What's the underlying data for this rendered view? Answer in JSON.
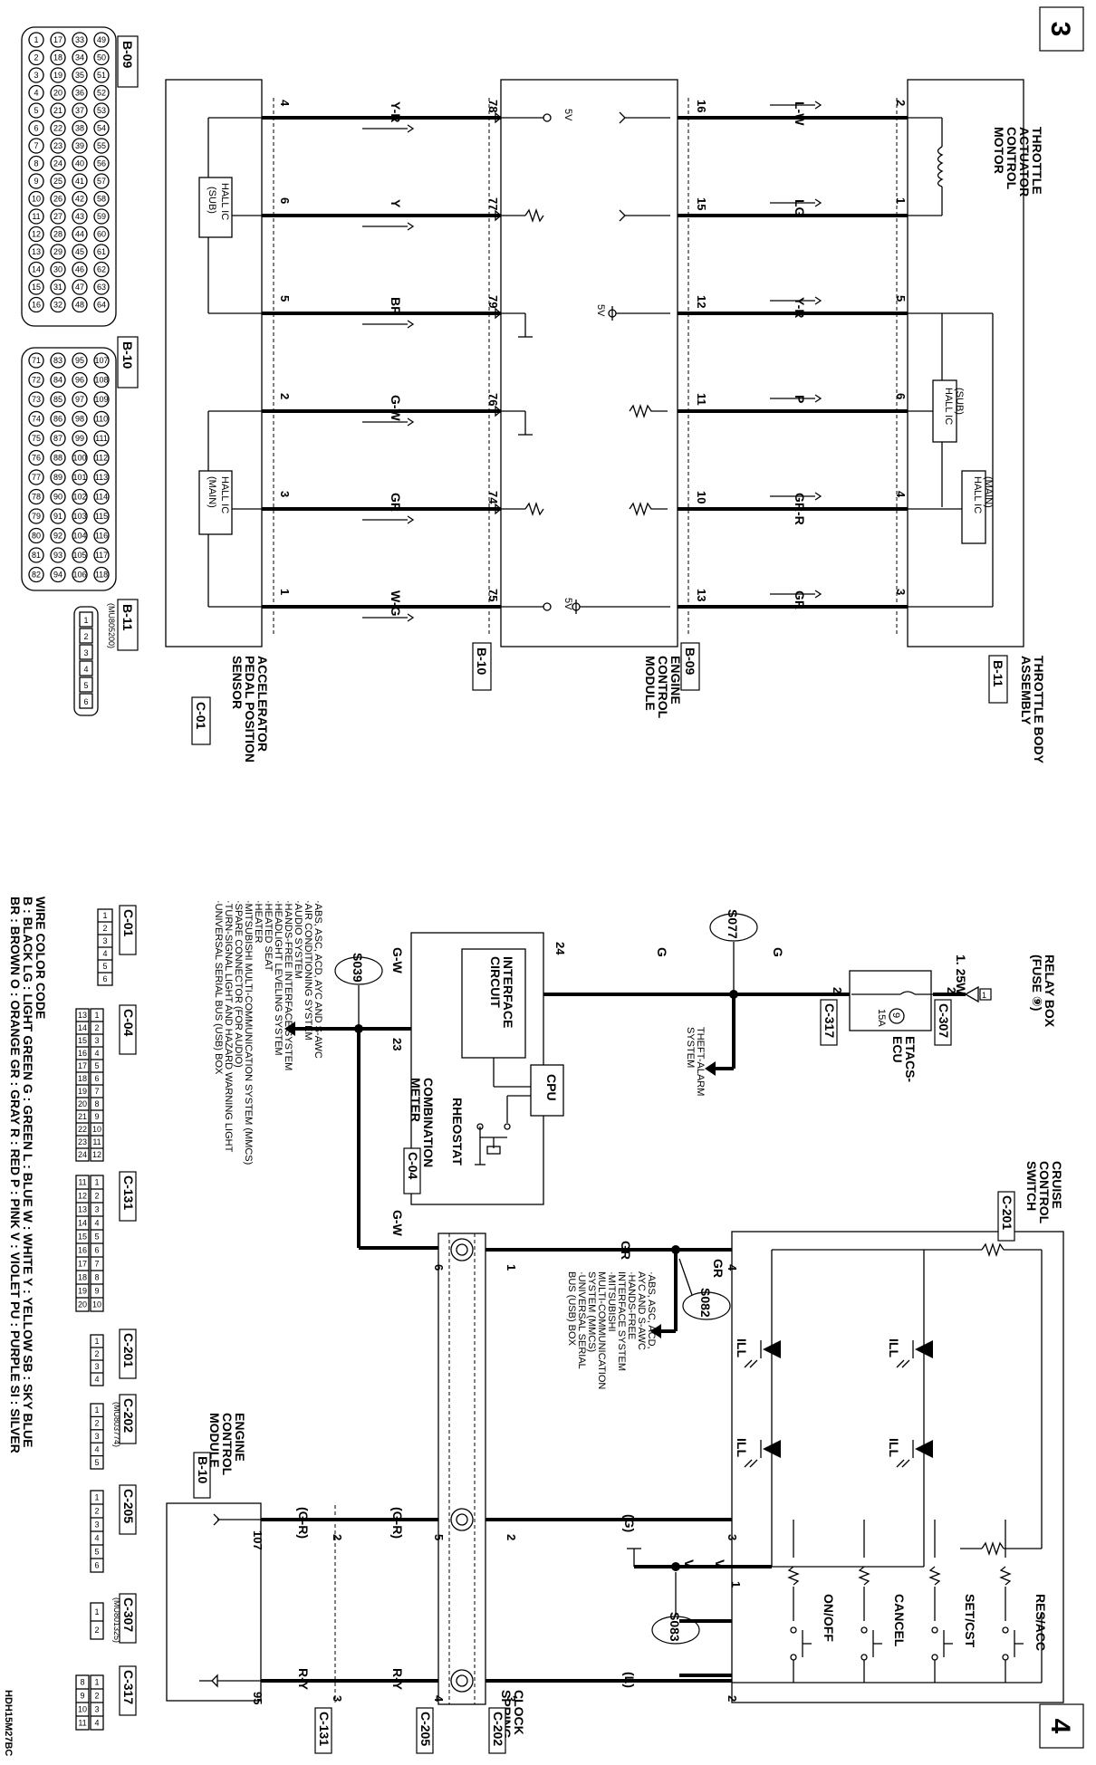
{
  "page_numbers": {
    "top": "3",
    "bottom": "4"
  },
  "diagram_code": "HDH15M27BC",
  "throttle_body": {
    "title_lines": [
      "THROTTLE",
      "ACTUATOR",
      "CONTROL",
      "MOTOR"
    ],
    "assembly_lines": [
      "THROTTLE BODY",
      "ASSEMBLY"
    ],
    "connector": "B-11",
    "hall_sub": [
      "(SUB)",
      "HALL IC"
    ],
    "hall_main": [
      "(MAIN)",
      "HALL IC"
    ],
    "pins": [
      "2",
      "1",
      "5",
      "6",
      "4",
      "3"
    ],
    "wires": [
      "L-W",
      "LG",
      "Y-R",
      "P",
      "GR-R",
      "GR"
    ]
  },
  "ecm_top": {
    "title_lines": [
      "ENGINE",
      "CONTROL",
      "MODULE"
    ],
    "connector_b09": "B-09",
    "connector_b10": "B-10",
    "pins_b09": [
      "16",
      "15",
      "12",
      "11",
      "10",
      "13"
    ],
    "pins_b10": [
      "78",
      "77",
      "79",
      "76",
      "74",
      "75"
    ],
    "v5": "5V"
  },
  "accel": {
    "title_lines": [
      "ACCELERATOR",
      "PEDAL POSITION",
      "SENSOR"
    ],
    "connector": "C-01",
    "hall_sub": [
      "HALL IC",
      "(SUB)"
    ],
    "hall_main": [
      "HALL IC",
      "(MAIN)"
    ],
    "pins": [
      "4",
      "6",
      "5",
      "2",
      "3",
      "1"
    ],
    "wires": [
      "Y-R",
      "Y",
      "BR",
      "G-W",
      "GR",
      "W-G"
    ]
  },
  "connector_views": {
    "b09": "B-09",
    "b10": "B-10",
    "b11": "B-11",
    "b11_part": "(MU805200)"
  },
  "bottom": {
    "relay_box": [
      "RELAY BOX",
      "(FUSE ⑨)"
    ],
    "wire_125w": "1. 25W",
    "fuse_num": "9",
    "fuse_amp": "15A",
    "etacs": [
      "ETACS-",
      "ECU"
    ],
    "c307": "C-307",
    "c317": "C-317",
    "pin2a": "2",
    "pin2b": "2",
    "s077": "S077",
    "g_wire": "G",
    "theft": [
      "THEFT-ALARM",
      "SYSTEM"
    ],
    "pin24": "24",
    "interface": [
      "INTERFACE",
      "CIRCUIT"
    ],
    "cpu": "CPU",
    "rheostat": "RHEOSTAT",
    "comb_meter": [
      "COMBINATION",
      "METER"
    ],
    "c04": "C-04",
    "pin23": "23",
    "gw_wire": "G-W",
    "s039": "S039",
    "systems_list": [
      "·ABS, ASC, ACD, AYC AND S-AWC",
      "·AIR CONDITIONING SYSTEM",
      "·AUDIO SYSTEM",
      "·HANDS-FREE INTERFACE SYSTEM",
      "·HEADLIGHT LEVELING SYSTEM",
      "·HEATED SEAT",
      "·HEATER",
      "·MITSUBISHI MULTI-COMMUNICATION SYSTEM (MMCS)",
      "·SPARE CONNECTOR (FOR AUDIO)",
      "·TURN-SIGNAL LIGHT AND HAZARD WARNING LIGHT",
      "·UNIVERSAL SERIAL BUS (USB) BOX"
    ],
    "cruise": [
      "CRUISE",
      "CONTROL",
      "SWITCH"
    ],
    "c201": "C-201",
    "gr_wire": "GR",
    "pin4": "4",
    "pin1a": "1",
    "s082": "S082",
    "s082_list": [
      "·ABS, ASC, ACD,",
      " AYC AND S-AWC",
      "·HANDS-FREE",
      " INTERFACE SYSTEM",
      "·MITSUBISHI",
      " MULTI-COMMUNICATION",
      " SYSTEM (MMCS)",
      "·UNIVERSAL SERIAL",
      " BUS (USB) BOX"
    ],
    "ill": "ILL",
    "v_wire": "V",
    "pin1b": "1",
    "s083": "S083",
    "g_paren": "(G)",
    "l_paren": "(L)",
    "pin3a": "3",
    "pin2c": "2",
    "res_acc": "RES/ACC",
    "set_cst": "SET/CST",
    "cancel": "CANCEL",
    "on_off": "ON/OFF",
    "clock_spring": [
      "CLOCK",
      "SPRING"
    ],
    "c202": "C-202",
    "pin6": "6",
    "pin1c": "1",
    "pin2d": "2",
    "pin3b": "3",
    "pin5": "5",
    "pin4b": "4",
    "c205": "C-205",
    "gr_paren1": "(G-R)",
    "gr_paren2": "(G-R)",
    "ry1": "R-Y",
    "ry2": "R-Y",
    "pin2e": "2",
    "pin3c": "3",
    "c131": "C-131",
    "ecm": [
      "ENGINE",
      "CONTROL",
      "MODULE"
    ],
    "b10": "B-10",
    "pin107": "107",
    "pin95": "95"
  },
  "bottom_connectors": {
    "labels": [
      "C-01",
      "C-04",
      "C-131",
      "C-201",
      "C-202",
      "C-205",
      "C-307",
      "C-317"
    ],
    "c202_part": "(MU803774)",
    "c307_part": "(MU801325)"
  },
  "wire_color_code": {
    "title": "WIRE COLOR CODE",
    "row1": "B : BLACK    LG : LIGHT GREEN    G : GREEN    L : BLUE    W : WHITE    Y : YELLOW    SB : SKY BLUE",
    "row2": "BR : BROWN    O : ORANGE    GR : GRAY    R : RED    P : PINK    V : VIOLET    PU : PURPLE    SI : SILVER"
  }
}
